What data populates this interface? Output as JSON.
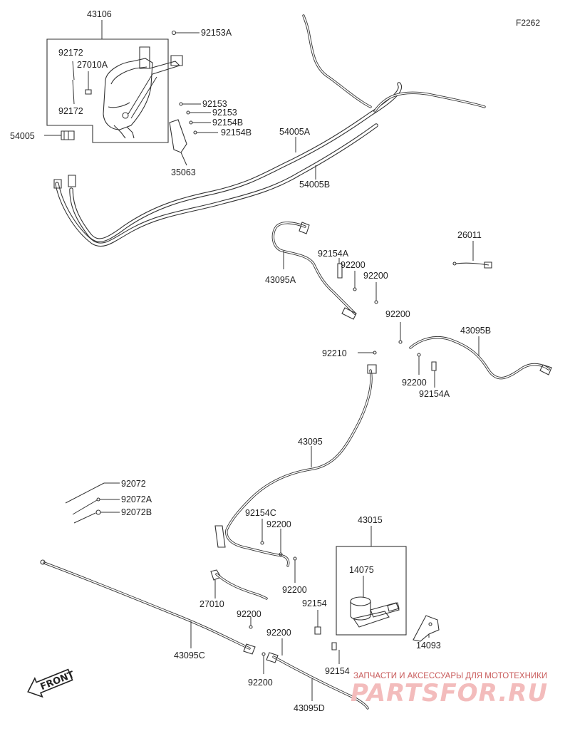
{
  "figure_code": "F2262",
  "labels": {
    "l43106": "43106",
    "l92153A": "92153A",
    "l92172a": "92172",
    "l27010A": "27010A",
    "l92172b": "92172",
    "l54005": "54005",
    "l92153a": "92153",
    "l92153b": "92153",
    "l92154Ba": "92154B",
    "l92154Bb": "92154B",
    "l54005A": "54005A",
    "l35063": "35063",
    "l54005B": "54005B",
    "l26011": "26011",
    "l92154A_a": "92154A",
    "l43095A": "43095A",
    "l92200_a": "92200",
    "l92200_b": "92200",
    "l92200_c": "92200",
    "l43095B": "43095B",
    "l92210": "92210",
    "l92200_d": "92200",
    "l92154A_b": "92154A",
    "l43095": "43095",
    "l92072": "92072",
    "l92072A": "92072A",
    "l92072B": "92072B",
    "l92154C": "92154C",
    "l92200_e": "92200",
    "l43015": "43015",
    "l14075": "14075",
    "l27010": "27010",
    "l92200_f": "92200",
    "l92154_a": "92154",
    "l92200_g": "92200",
    "l92200_h": "92200",
    "l43095C": "43095C",
    "l14093": "14093",
    "l92154_b": "92154",
    "l92200_i": "92200",
    "l43095D": "43095D"
  },
  "front_badge": "FRONT",
  "watermark": {
    "tagline": "ЗАПЧАСТИ И АКСЕССУАРЫ ДЛЯ МОТОТЕХНИКИ",
    "brand": "PARTSFOR.RU"
  }
}
